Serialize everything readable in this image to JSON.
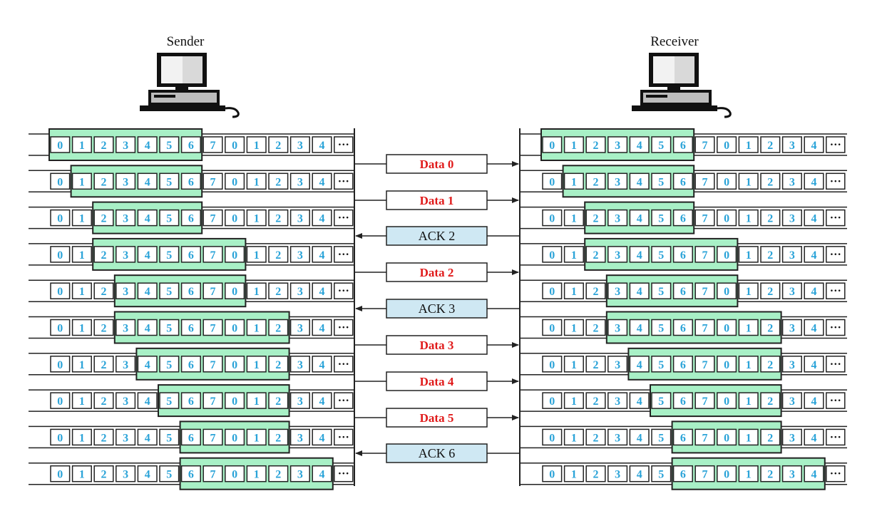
{
  "sender": {
    "label": "Sender"
  },
  "receiver": {
    "label": "Receiver"
  },
  "sequence": [
    "0",
    "1",
    "2",
    "3",
    "4",
    "5",
    "6",
    "7",
    "0",
    "1",
    "2",
    "3",
    "4"
  ],
  "ellipsis": "···",
  "colors": {
    "window_fill": "#a8f0c6",
    "cell_fill": "#ffffff",
    "cell_border": "#222222",
    "digit": "#2aa3d8",
    "data_text": "#e01b1b",
    "ack_fill": "#cfe8f3",
    "line": "#222222"
  },
  "sender_windows": [
    [
      0,
      6
    ],
    [
      1,
      6
    ],
    [
      2,
      6
    ],
    [
      2,
      8
    ],
    [
      3,
      8
    ],
    [
      3,
      10
    ],
    [
      4,
      10
    ],
    [
      5,
      10
    ],
    [
      6,
      10
    ],
    [
      6,
      12
    ]
  ],
  "receiver_windows": [
    [
      0,
      6
    ],
    [
      1,
      6
    ],
    [
      2,
      6
    ],
    [
      2,
      8
    ],
    [
      3,
      8
    ],
    [
      3,
      10
    ],
    [
      4,
      10
    ],
    [
      5,
      10
    ],
    [
      6,
      10
    ],
    [
      6,
      12
    ]
  ],
  "messages": [
    {
      "text": "Data 0",
      "type": "data",
      "direction": "to-receiver"
    },
    {
      "text": "Data 1",
      "type": "data",
      "direction": "to-receiver"
    },
    {
      "text": "ACK 2",
      "type": "ack",
      "direction": "to-sender"
    },
    {
      "text": "Data 2",
      "type": "data",
      "direction": "to-receiver"
    },
    {
      "text": "ACK 3",
      "type": "ack",
      "direction": "to-sender"
    },
    {
      "text": "Data 3",
      "type": "data",
      "direction": "to-receiver"
    },
    {
      "text": "Data 4",
      "type": "data",
      "direction": "to-receiver"
    },
    {
      "text": "Data 5",
      "type": "data",
      "direction": "to-receiver"
    },
    {
      "text": "ACK 6",
      "type": "ack",
      "direction": "to-sender"
    }
  ]
}
